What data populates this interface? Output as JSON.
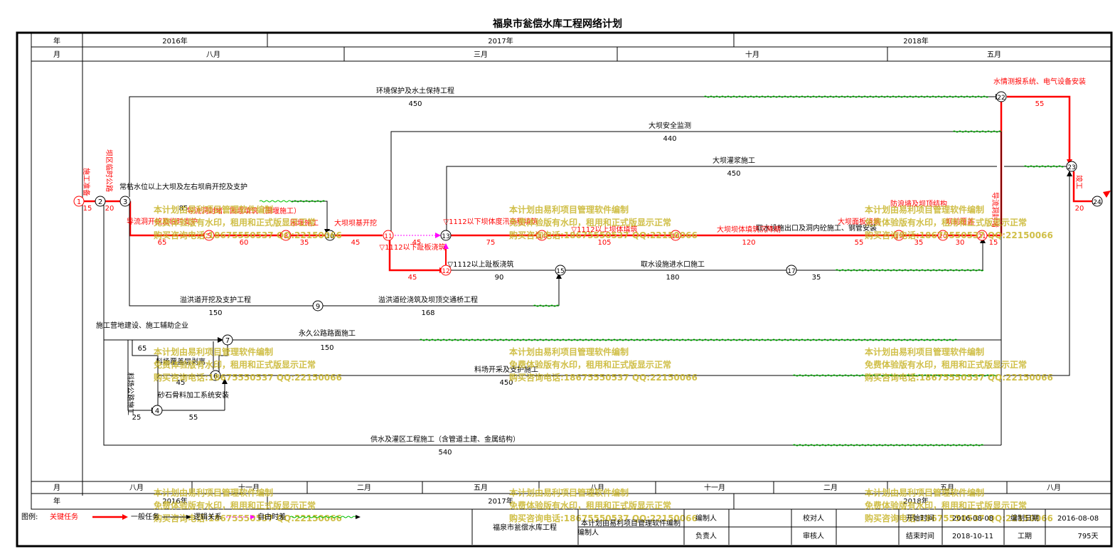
{
  "title": "福泉市瓮偿水库工程网络计划",
  "header_top": {
    "year_label": "年",
    "month_label": "月",
    "years": [
      "2016年",
      "2017年",
      "2018年"
    ],
    "months": [
      "八月",
      "三月",
      "十月",
      "五月"
    ]
  },
  "header_bottom": {
    "month_label": "月",
    "year_label": "年",
    "months": [
      "八月",
      "十一月",
      "二月",
      "五月",
      "八月",
      "十一月",
      "二月",
      "五月",
      "八月"
    ],
    "years": [
      "2016年",
      "2017年",
      "2018年"
    ]
  },
  "nodes": [
    "1",
    "2",
    "3",
    "4",
    "5",
    "6",
    "7",
    "8",
    "9",
    "10",
    "11",
    "12",
    "13",
    "14",
    "15",
    "16",
    "17",
    "19",
    "20",
    "21",
    "22",
    "23",
    "24"
  ],
  "activities": {
    "a1": "施工准备",
    "d1": "15",
    "a2": "坝区临时公路",
    "d2": "20",
    "env": "环境保护及水土保持工程",
    "env_d": "450",
    "monitor": "大坝安全监测",
    "monitor_d": "440",
    "grout": "大坝灌浆施工",
    "grout_d": "450",
    "hydro": "水情测报系统、电气设备安装",
    "hydro_d": "55",
    "dam_abut": "常枯水位以上大坝及左右坝肩开挖及支护",
    "dam_abut_d": "85",
    "cofferdam": "导流洞封堵、围堰填筑（围堰施工）",
    "cofferdam_d": "60",
    "diversion": "导流洞开挖及临时支护",
    "diversion_d": "65",
    "cofferdam2": "围堰施工",
    "cofferdam2_d": "35",
    "found": "大坝坝基开挖",
    "found_d": "45",
    "n11_13_d": "45",
    "fill_flood": "▽1112以下坝体度汛高程填筑",
    "fill_flood_d": "75",
    "fill_above": "▽1112以上坝体填筑",
    "fill_above_d": "105",
    "settle": "大坝坝体填筑沉降期",
    "settle_d": "120",
    "face": "大坝面板浇筑",
    "face_d": "55",
    "wave": "防浪墙及坝顶结构",
    "wave_d": "35",
    "cover": "坝前覆盖",
    "cover_d": "30",
    "plug": "导流洞封堵",
    "plug_d": "15",
    "plinth_low": "▽1112以下趾板浇筑",
    "plinth_low_d": "45",
    "plinth_high": "▽1112以上趾板浇筑",
    "plinth_high_d": "90",
    "intake_inlet": "取水设施进水口施工",
    "intake_inlet_d": "180",
    "intake_tunnel": "取水设施出口及洞内砼施工、钢管安装",
    "intake_tunnel_d": "35",
    "spill_exc": "溢洪道开挖及支护工程",
    "spill_exc_d": "150",
    "spill_conc": "溢洪道砼浇筑及坝顶交通桥工程",
    "spill_conc_d": "168",
    "camp": "施工营地建设、施工辅助企业",
    "camp_d": "65",
    "road_perm": "永久公路路面施工",
    "road_perm_d": "150",
    "quarry_road": "料场公路施工",
    "quarry_road_d": "25",
    "strip": "料场覆盖层剥离",
    "strip_d": "45",
    "quarry": "料场开采及支护施工",
    "quarry_d": "450",
    "aggregate": "砂石骨料加工系统安装",
    "aggregate_d": "55",
    "water": "供水及灌区工程施工（含管道土建、金属结构）",
    "water_d": "540",
    "finish": "竣工",
    "finish_d": "20"
  },
  "watermark": [
    "本计划由易利项目管理软件编制",
    "免费体验版有水印，租用和正式版显示正常",
    "购买咨询电话:18675550537 QQ:22150066"
  ],
  "legend": {
    "label": "图例:",
    "critical": "关键任务",
    "normal": "一般任务",
    "logic": "逻辑关系",
    "float": "自由时差"
  },
  "footer": {
    "project_name": "福泉市瓮偿水库工程",
    "software_note": "本计划由易利项目管理软件编制",
    "compiler_label": "编制人",
    "checker_label": "校对人",
    "start_label": "开始时间",
    "start_value": "2016-08-08",
    "date_label": "编制日期",
    "date_value": "2016-08-08",
    "owner_label": "负责人",
    "reviewer_label": "审核人",
    "end_label": "结束时间",
    "end_value": "2018-10-11",
    "duration_label": "工期",
    "duration_value": "795天"
  },
  "colors": {
    "critical": "#ff0000",
    "normal": "#000000",
    "float": "#00c000",
    "logic_dummy": "#ff00ff",
    "watermark": "#c8b428"
  }
}
